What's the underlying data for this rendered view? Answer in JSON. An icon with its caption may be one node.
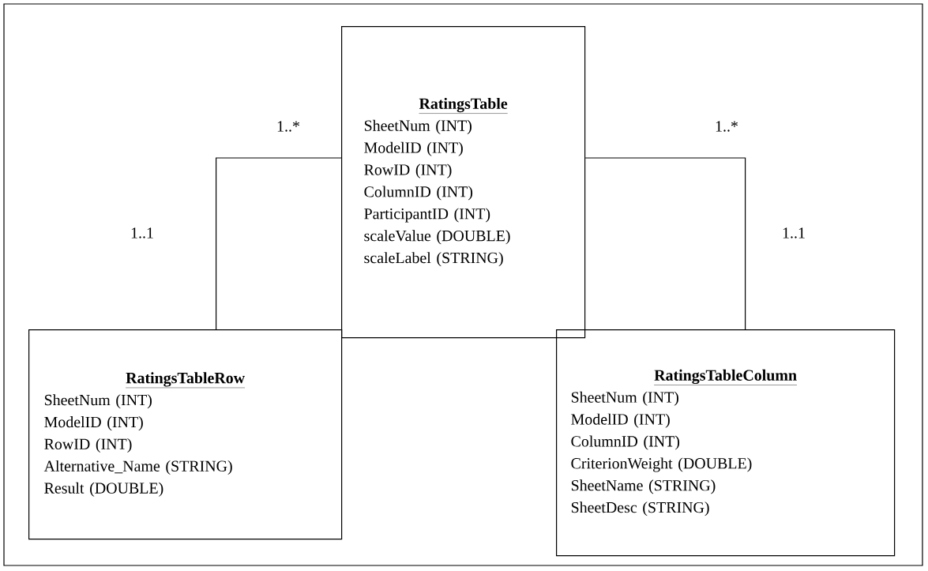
{
  "diagram": {
    "nodes": [
      {
        "text": [
          "RatingsTable",
          "SheetNum (INT)",
          "ModelID (INT)",
          "RowID (INT)",
          "ColumnID (INT)",
          "ParticipantID (INT)",
          "scaleValue (DOUBLE)",
          "scaleLabel (STRING)"
        ]
      },
      {
        "text": [
          "RatingsTableRow",
          "SheetNum (INT)",
          "ModelID (INT)",
          "RowID (INT)",
          "Alternative_Name (STRING)",
          "Result (DOUBLE)"
        ]
      },
      {
        "text": [
          "RatingsTableColumn",
          "SheetNum (INT)",
          "ModelID (INT)",
          "ColumnID (INT)",
          "CriterionWeight (DOUBLE)",
          "SheetName (STRING)",
          "SheetDesc (STRING)"
        ]
      }
    ],
    "edges": [
      {
        "from": 0,
        "to": 1,
        "arrow": "none"
      },
      {
        "from": 0,
        "to": 2,
        "arrow": "none"
      }
    ],
    "labels": [
      "1..*",
      "1..*",
      "1..1",
      "1..1"
    ]
  }
}
